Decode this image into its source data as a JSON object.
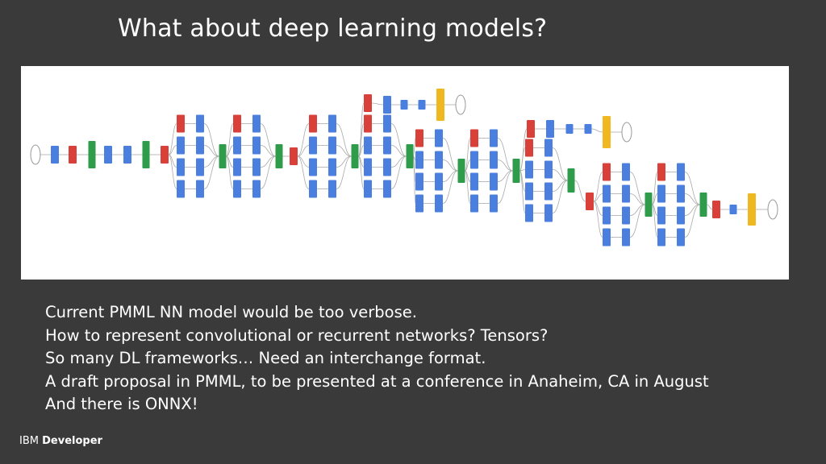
{
  "slide": {
    "title": "What about deep learning models?",
    "bullets": [
      "Current PMML NN model would be too verbose.",
      "How to represent convolutional or recurrent networks? Tensors?",
      "So many DL frameworks… Need an interchange format.",
      "A draft proposal in PMML, to be presented at a conference in Anaheim, CA in August",
      "And there is ONNX!"
    ]
  },
  "footer": {
    "brand_prefix": "IBM",
    "brand_name": "Developer"
  },
  "diagram": {
    "colors": {
      "conv": "#4a7fe0",
      "pool": "#d9403a",
      "concat": "#2e9c4a",
      "softmax": "#f0b820",
      "edge": "#aaaaaa",
      "node_outline": "#999999"
    }
  }
}
